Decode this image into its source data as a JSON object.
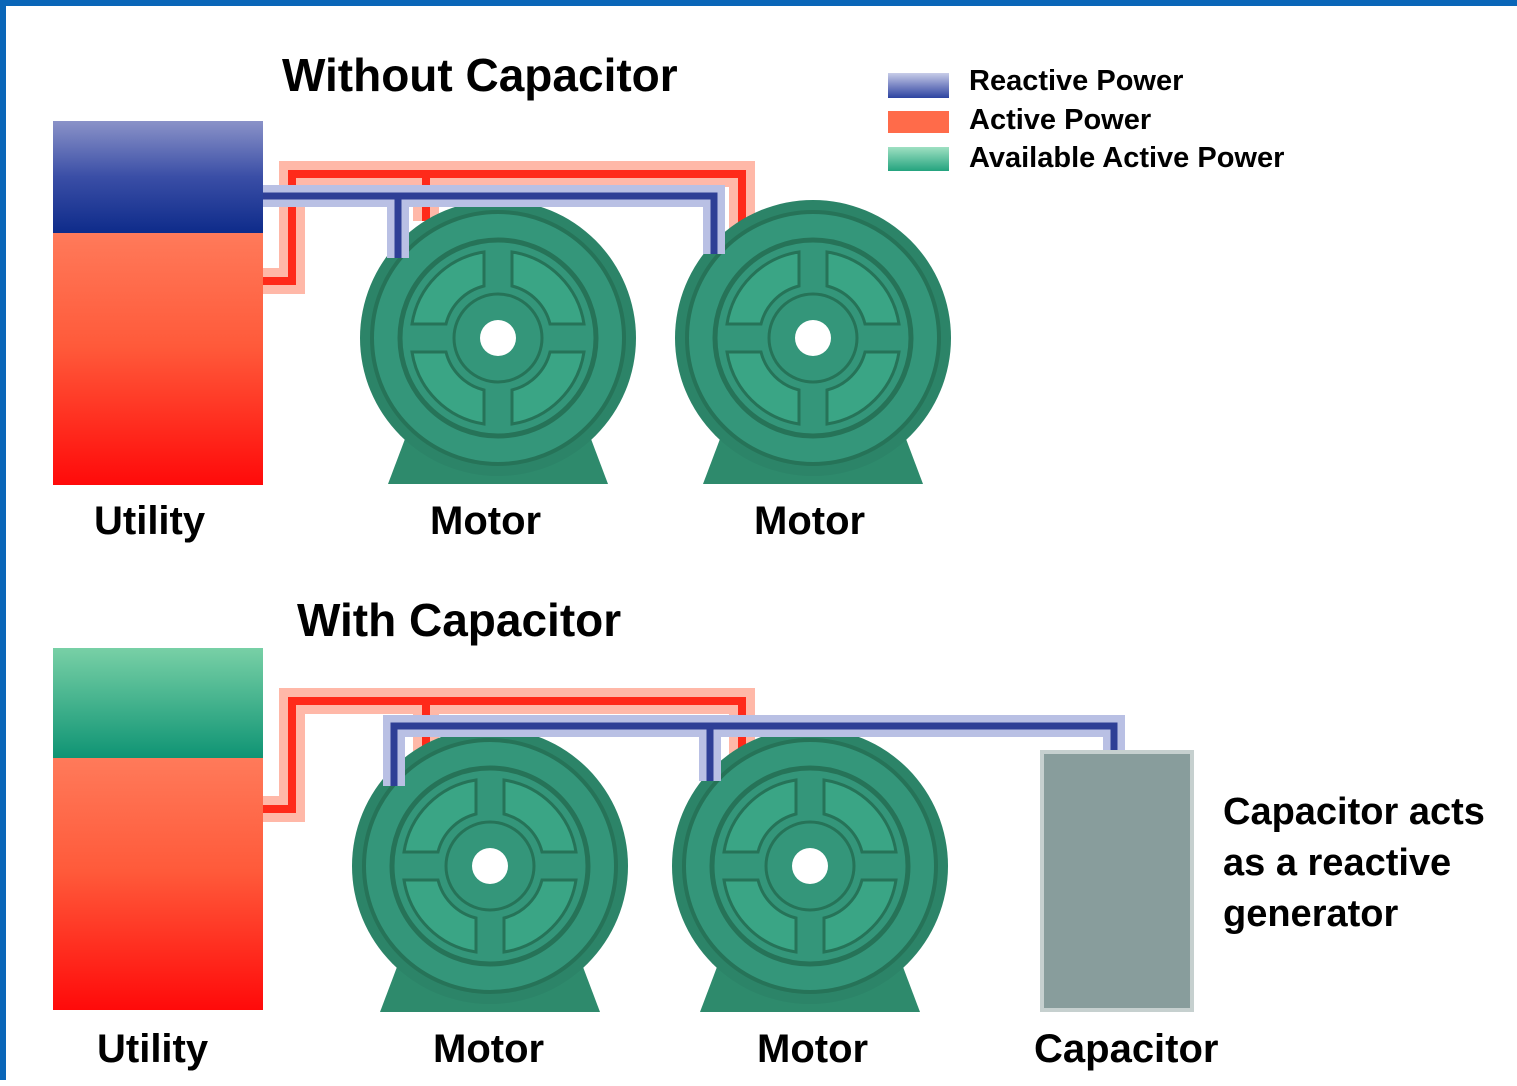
{
  "sections": {
    "without": {
      "title": "Without Capacitor",
      "labels": {
        "utility": "Utility",
        "motor1": "Motor",
        "motor2": "Motor"
      }
    },
    "with": {
      "title": "With Capacitor",
      "labels": {
        "utility": "Utility",
        "motor1": "Motor",
        "motor2": "Motor",
        "capacitor": "Capacitor"
      },
      "note": "Capacitor acts as a reactive generator"
    }
  },
  "legend": [
    {
      "label": "Reactive Power",
      "color": "#2f4fa0"
    },
    {
      "label": "Active Power",
      "color": "#ff6b4a"
    },
    {
      "label": "Available Active Power",
      "color": "#3aaa88"
    }
  ],
  "colors": {
    "frame": "#0a66b8",
    "motor": "#2e8a6c",
    "capacitor": "#889d9c"
  }
}
